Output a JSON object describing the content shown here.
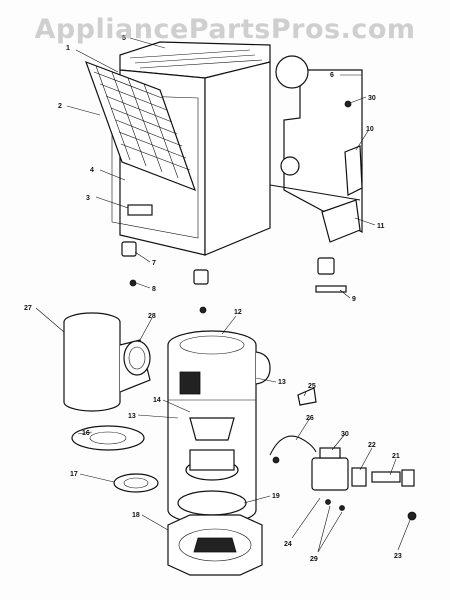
{
  "watermark": "AppliancePartsPros.com",
  "callouts": {
    "c1": "1",
    "c2": "2",
    "c3": "3",
    "c4": "4",
    "c5": "5",
    "c6": "6",
    "c7": "7",
    "c8": "8",
    "c9": "9",
    "c10": "10",
    "c11": "11",
    "c12": "12",
    "c13a": "13",
    "c13b": "13",
    "c14": "14",
    "c16": "16",
    "c17": "17",
    "c18": "18",
    "c19": "19",
    "c21": "21",
    "c22": "22",
    "c23": "23",
    "c24": "24",
    "c25": "25",
    "c26": "26",
    "c27": "27",
    "c28": "28",
    "c29": "29",
    "c30a": "30",
    "c30b": "30"
  }
}
